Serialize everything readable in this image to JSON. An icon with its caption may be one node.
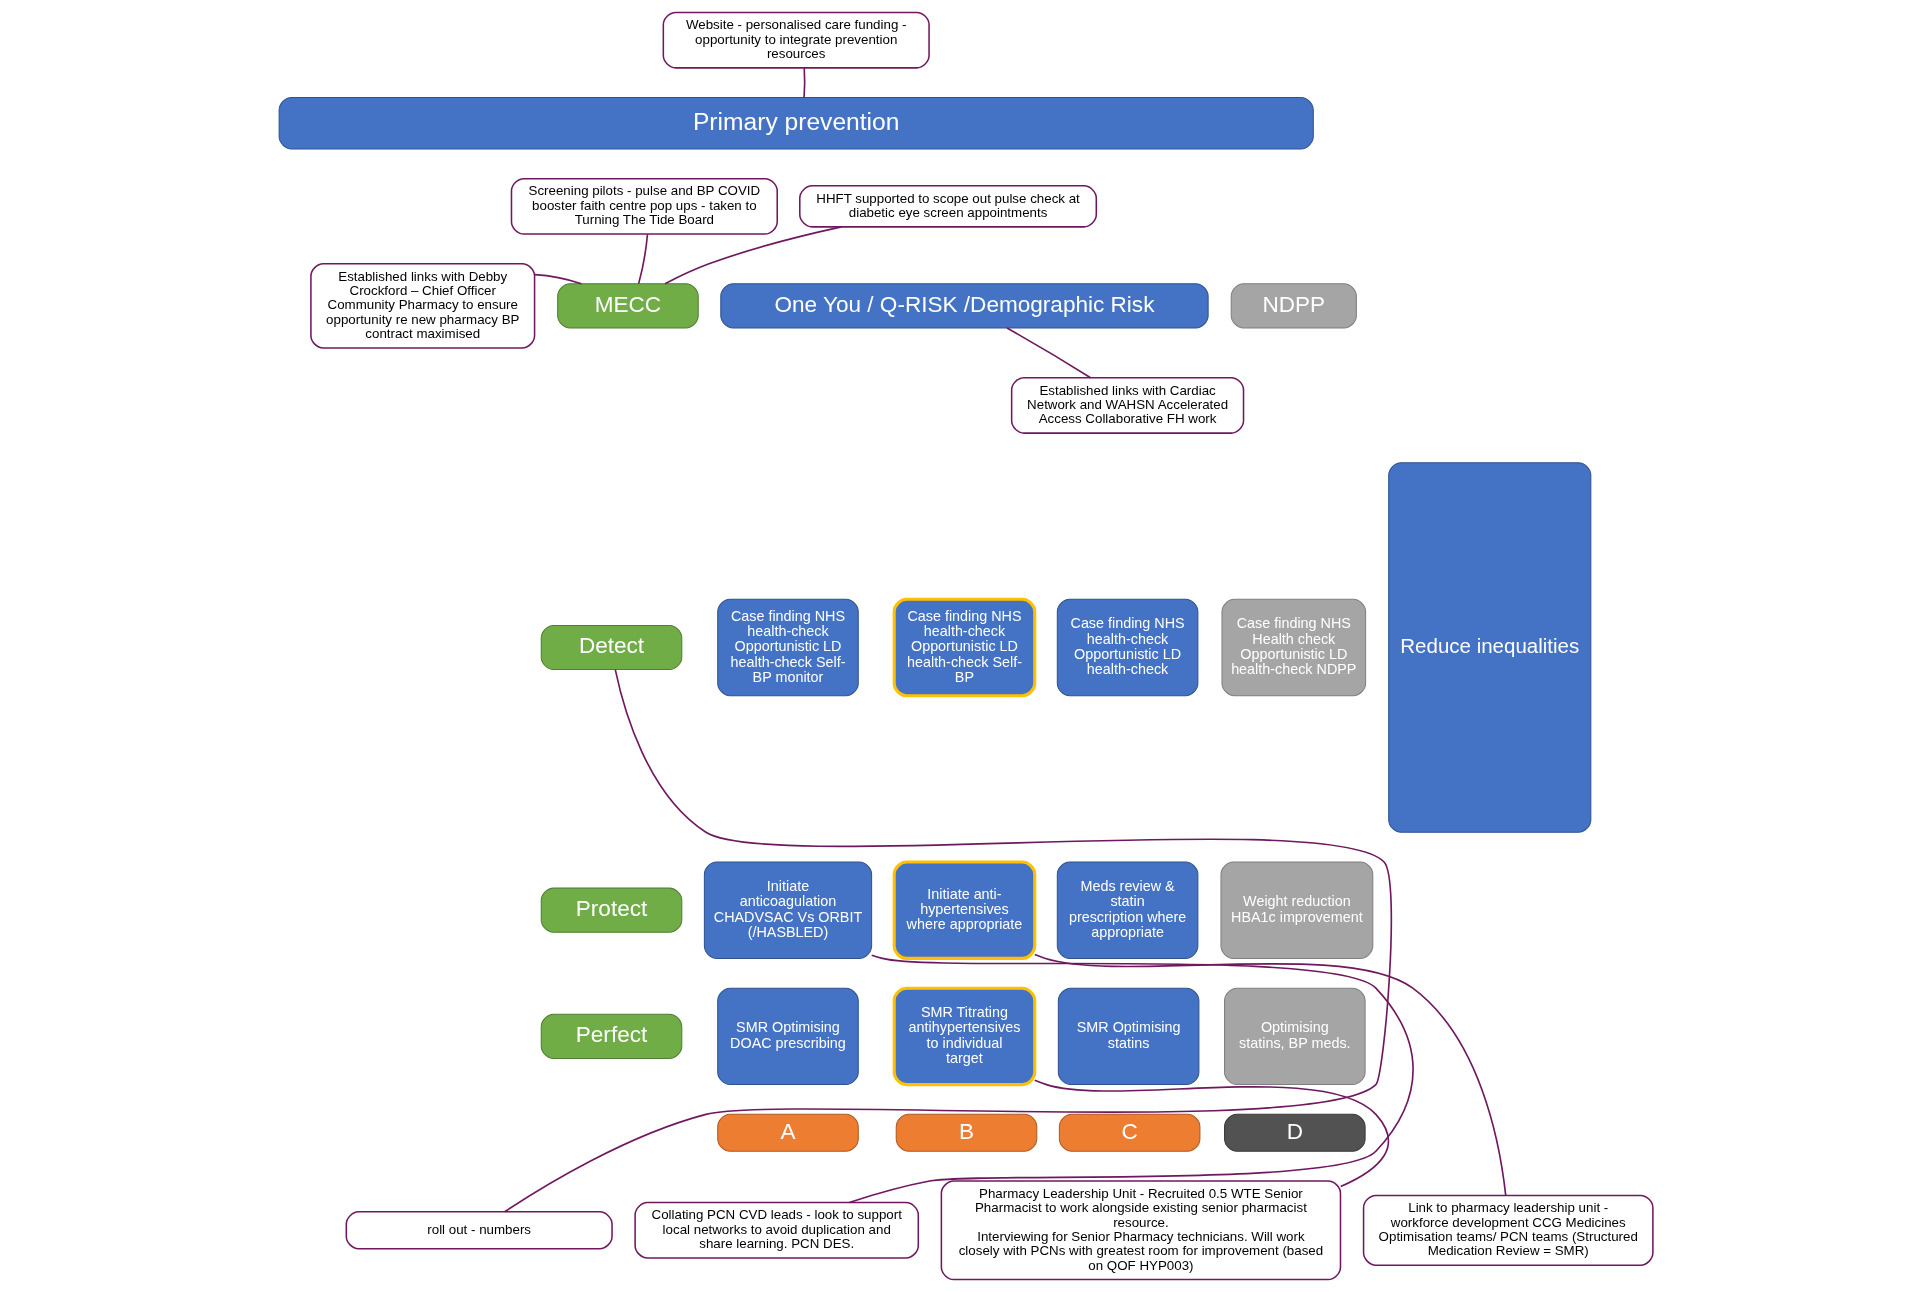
{
  "diagram": {
    "nodes": [
      {
        "text": [
          "Website - personalised care funding - opportunity to integrate prevention resources"
        ]
      },
      {
        "text": [
          "Screening pilots - pulse and BP COVID booster faith centre pop ups - taken to Turning The Tide Board"
        ]
      },
      {
        "text": [
          "HHFT supported to scope out pulse check at diabetic eye screen appointments"
        ]
      },
      {
        "text": [
          "Established links with Debby Crockford – Chief Officer Community Pharmacy to ensure opportunity re new pharmacy BP contract maximised"
        ]
      },
      {
        "text": [
          "Primary prevention"
        ]
      },
      {
        "text": [
          "MECC"
        ]
      },
      {
        "text": [
          "One You / Q-RISK /Demographic Risk"
        ]
      },
      {
        "text": [
          "NDPP"
        ]
      },
      {
        "text": [
          "Reduce inequalities"
        ]
      },
      {
        "text": [
          "Detect"
        ]
      },
      {
        "text": [
          "Case finding NHS health-check Opportunistic LD health-check Self-BP monitor"
        ]
      },
      {
        "text": [
          "Case finding NHS health-check Opportunistic LD health-check Self-BP"
        ]
      },
      {
        "text": [
          "Case finding NHS health-check Opportunistic LD health-check"
        ]
      },
      {
        "text": [
          "Case finding NHS Health check Opportunistic LD health-check NDPP"
        ]
      },
      {
        "text": [
          "Protect"
        ]
      },
      {
        "text": [
          "Initiate anticoagulation CHADVSAC Vs ORBIT (/HASBLED)"
        ]
      },
      {
        "text": [
          "Initiate anti-hypertensives where appropriate"
        ]
      },
      {
        "text": [
          "Meds review & statin prescription where appropriate"
        ]
      },
      {
        "text": [
          "Weight reduction",
          "HBA1c improvement"
        ]
      },
      {
        "text": [
          "Perfect"
        ]
      },
      {
        "text": [
          "SMR Optimising DOAC prescribing"
        ]
      },
      {
        "text": [
          "SMR Titrating antihypertensives to individual target"
        ]
      },
      {
        "text": [
          "SMR Optimising statins"
        ]
      },
      {
        "text": [
          "Optimising statins, BP meds."
        ]
      },
      {
        "text": [
          "A"
        ]
      },
      {
        "text": [
          "B"
        ]
      },
      {
        "text": [
          "C"
        ]
      },
      {
        "text": [
          "D"
        ]
      },
      {
        "text": [
          "Established links with Cardiac Network and WAHSN Accelerated Access Collaborative FH work"
        ]
      },
      {
        "text": [
          "roll out - numbers"
        ]
      },
      {
        "text": [
          "Collating PCN CVD leads - look to support local networks to avoid duplication and share learning. PCN DES."
        ]
      },
      {
        "text": [
          "Pharmacy Leadership Unit - Recruited 0.5 WTE Senior Pharmacist to work alongside existing senior pharmacist resource.",
          "Interviewing for Senior Pharmacy technicians. Will work closely with PCNs with greatest room for improvement (based on QOF HYP003)"
        ]
      },
      {
        "text": [
          "Link to pharmacy leadership unit - workforce development CCG Medicines Optimisation teams/ PCN teams (Structured Medication Review = SMR)"
        ]
      }
    ],
    "edges": [
      {
        "from": 0,
        "to": 4,
        "arrow": "none"
      },
      {
        "from": 1,
        "to": 5,
        "arrow": "none"
      },
      {
        "from": 2,
        "to": 5,
        "arrow": "none"
      },
      {
        "from": 3,
        "to": 5,
        "arrow": "none"
      },
      {
        "from": 28,
        "to": 6,
        "arrow": "none"
      },
      {
        "from": 29,
        "to": 9,
        "arrow": "none"
      },
      {
        "from": 30,
        "to": 15,
        "arrow": "none"
      },
      {
        "from": 31,
        "to": 21,
        "arrow": "none"
      },
      {
        "from": 32,
        "to": 16,
        "arrow": "none"
      }
    ]
  }
}
